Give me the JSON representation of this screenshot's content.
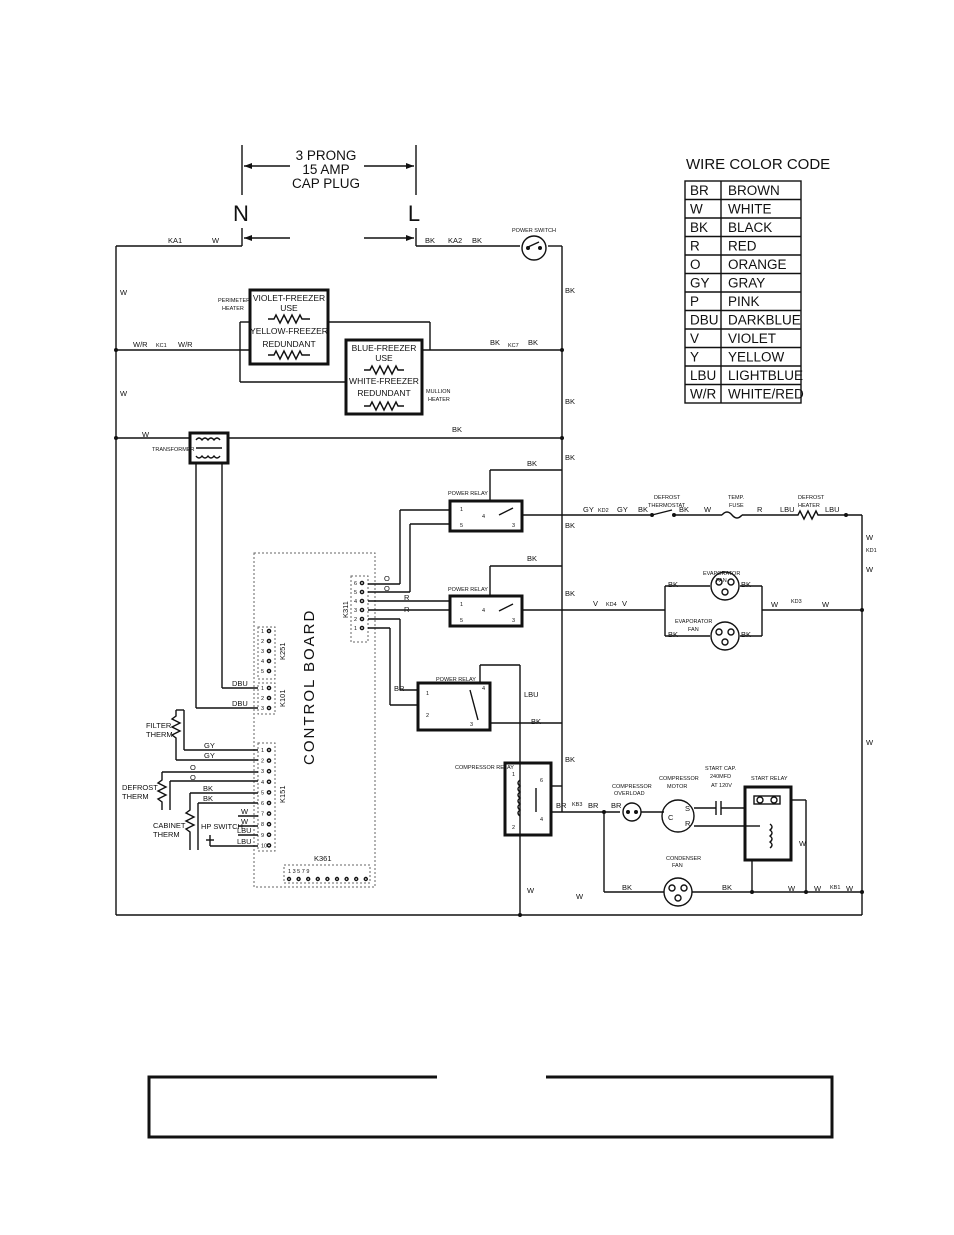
{
  "plug": {
    "lines": [
      "3 PRONG",
      "15 AMP",
      "CAP PLUG"
    ],
    "neutral": "N",
    "line": "L"
  },
  "legend": {
    "title": "WIRE COLOR CODE",
    "rows": [
      {
        "code": "BR",
        "name": "BROWN"
      },
      {
        "code": "W",
        "name": "WHITE"
      },
      {
        "code": "BK",
        "name": "BLACK"
      },
      {
        "code": "R",
        "name": "RED"
      },
      {
        "code": "O",
        "name": "ORANGE"
      },
      {
        "code": "GY",
        "name": "GRAY"
      },
      {
        "code": "P",
        "name": "PINK"
      },
      {
        "code": "DBU",
        "name": "DARKBLUE"
      },
      {
        "code": "V",
        "name": "VIOLET"
      },
      {
        "code": "Y",
        "name": "YELLOW"
      },
      {
        "code": "LBU",
        "name": "LIGHTBLUE"
      },
      {
        "code": "W/R",
        "name": "WHITE/RED"
      }
    ]
  },
  "components": {
    "power_switch": "POWER SWITCH",
    "perimeter_heater": [
      "PERIMETER",
      "HEATER"
    ],
    "violet_heater": [
      "VIOLET-FREEZER",
      "USE",
      "YELLOW-FREEZER",
      "REDUNDANT"
    ],
    "blue_heater": [
      "BLUE-FREEZER",
      "USE",
      "WHITE-FREEZER",
      "REDUNDANT"
    ],
    "mullion_heater": [
      "MULLION",
      "HEATER"
    ],
    "transformer": "TRANSFORMER",
    "power_relay": "POWER RELAY",
    "compressor_relay": "COMPRESSOR RELAY",
    "defrost_thermostat": [
      "DEFROST",
      "THERMOSTAT"
    ],
    "temp_fuse": [
      "TEMP.",
      "FUSE"
    ],
    "defrost_heater": [
      "DEFROST",
      "HEATER"
    ],
    "evaporator_fan": [
      "EVAPORATOR",
      "FAN"
    ],
    "compressor_overload": [
      "COMPRESSOR",
      "OVERLOAD"
    ],
    "compressor_motor": [
      "COMPRESSOR",
      "MOTOR"
    ],
    "start_cap": [
      "START CAP.",
      "240MFD",
      "AT 120V"
    ],
    "start_relay": "START RELAY",
    "condenser_fan": [
      "CONDENSER",
      "FAN"
    ],
    "filter_therm": [
      "FILTER",
      "THERM"
    ],
    "defrost_therm": [
      "DEFROST",
      "THERM"
    ],
    "cabinet_therm": [
      "CABINET",
      "THERM"
    ],
    "hp_switch": "HP SWITCH",
    "control_board": "CONTROL BOARD"
  },
  "connectors": {
    "k251": "K251",
    "k101": "K101",
    "k151": "K151",
    "k311": "K311",
    "k361": "K361",
    "ka1": "KA1",
    "ka2": "KA2",
    "kc1": "KC1",
    "kc7": "KC7",
    "kd1": "KD1",
    "kd2": "KD2",
    "kd3": "KD3",
    "kd4": "KD4",
    "kb1": "KB1",
    "kb3": "KB3"
  },
  "k361_pins": "1  3  5  7  9",
  "wires": {
    "w": "W",
    "bk": "BK",
    "wr": "W/R",
    "gy": "GY",
    "r": "R",
    "v": "V",
    "o": "O",
    "dbu": "DBU",
    "lbu": "LBU",
    "br": "BR"
  },
  "pin_numbers": [
    "1",
    "2",
    "3",
    "4",
    "5",
    "6",
    "7",
    "8",
    "9",
    "10"
  ],
  "footer": {
    "text": ""
  }
}
